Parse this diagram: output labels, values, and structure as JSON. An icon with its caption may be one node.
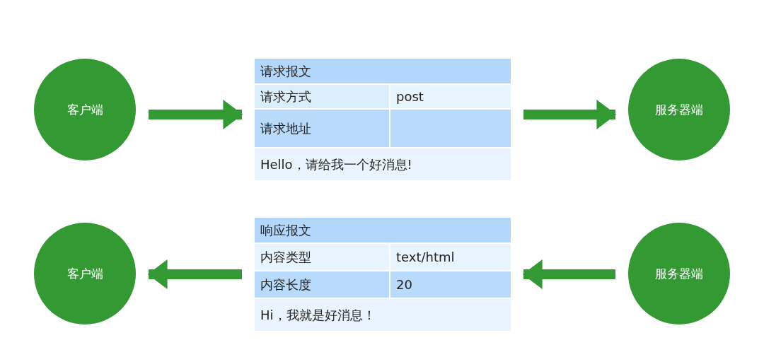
{
  "diagram": {
    "nodes": [
      {
        "text": [
          "客户端"
        ]
      },
      {
        "text": [
          "请求报文"
        ]
      },
      {
        "text": [
          "请求方式",
          "post"
        ],
        "in": 1
      },
      {
        "text": [
          "请求地址"
        ],
        "in": 1
      },
      {
        "text": [
          "Hello，请给我一个好消息!"
        ],
        "in": 1
      },
      {
        "text": [
          "服务器端"
        ]
      },
      {
        "text": [
          "客户端"
        ]
      },
      {
        "text": [
          "响应报文"
        ]
      },
      {
        "text": [
          "内容类型",
          "text/html"
        ],
        "in": 7
      },
      {
        "text": [
          "内容长度",
          "20"
        ],
        "in": 7
      },
      {
        "text": [
          "Hi，我就是好消息！"
        ],
        "in": 7
      },
      {
        "text": [
          "服务器端"
        ]
      }
    ],
    "edges": [
      {
        "from": 0,
        "to": 1,
        "arrow": "to"
      },
      {
        "from": 1,
        "to": 5,
        "arrow": "to"
      },
      {
        "from": 11,
        "to": 7,
        "arrow": "to"
      },
      {
        "from": 7,
        "to": 6,
        "arrow": "to"
      }
    ]
  }
}
